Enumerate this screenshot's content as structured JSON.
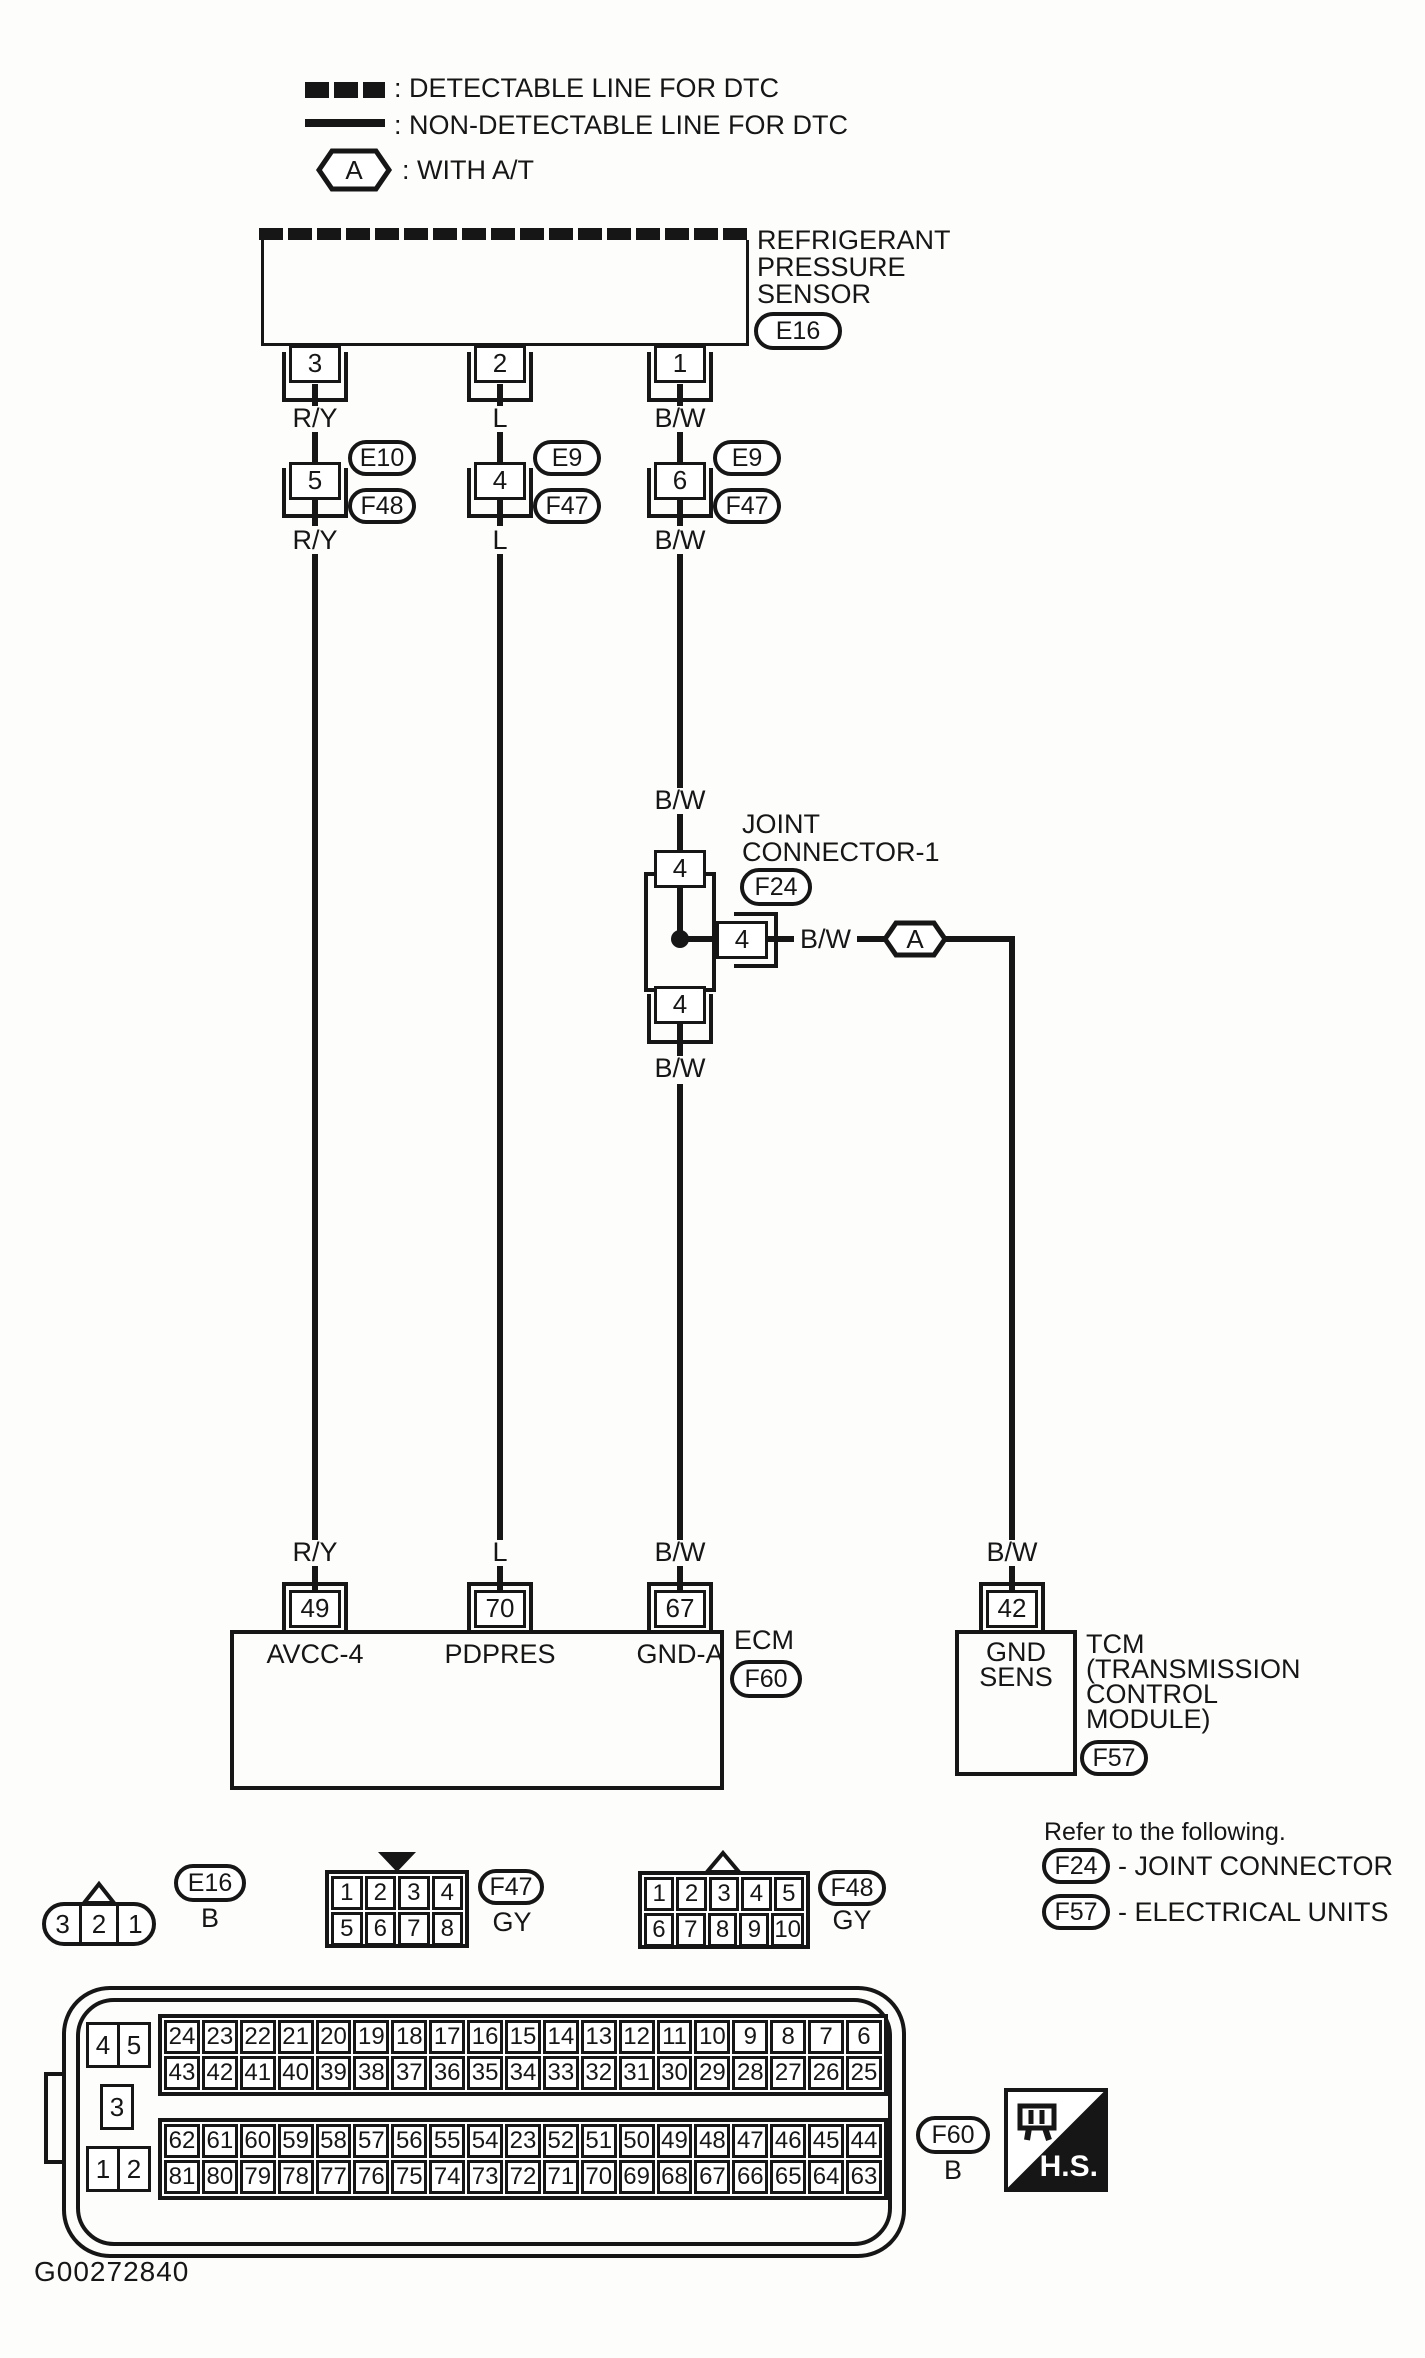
{
  "colors": {
    "ink": "#161616",
    "paper": "#fdfdfc"
  },
  "figure_id": "G00272840",
  "legend": {
    "detectable": ": DETECTABLE LINE FOR DTC",
    "non_detectable": ": NON-DETECTABLE LINE FOR DTC",
    "with_at_symbol": "A",
    "with_at": ": WITH A/T"
  },
  "sensor": {
    "title_lines": [
      "REFRIGERANT",
      "PRESSURE",
      "SENSOR"
    ],
    "connector_id": "E16",
    "pins": [
      "3",
      "2",
      "1"
    ],
    "wires": [
      "R/Y",
      "L",
      "B/W"
    ]
  },
  "harness": {
    "columns": [
      {
        "pin": "5",
        "ids": [
          "E10",
          "F48"
        ],
        "wire": "R/Y"
      },
      {
        "pin": "4",
        "ids": [
          "E9",
          "F47"
        ],
        "wire": "L"
      },
      {
        "pin": "6",
        "ids": [
          "E9",
          "F47"
        ],
        "wire": "B/W"
      }
    ]
  },
  "joint": {
    "wire_above": "B/W",
    "title_lines": [
      "JOINT",
      "CONNECTOR-1"
    ],
    "id": "F24",
    "pin_top": "4",
    "pin_side": "4",
    "pin_bottom": "4",
    "branch_wire": "B/W",
    "branch_marker": "A",
    "wire_below": "B/W"
  },
  "ecm": {
    "wires": [
      "R/Y",
      "L",
      "B/W"
    ],
    "pins": [
      {
        "n": "49",
        "signal": "AVCC-4"
      },
      {
        "n": "70",
        "signal": "PDPRES"
      },
      {
        "n": "67",
        "signal": "GND-A"
      }
    ],
    "name": "ECM",
    "id": "F60"
  },
  "tcm": {
    "wire": "B/W",
    "pin": "42",
    "signal_lines": [
      "GND",
      "SENS"
    ],
    "name_lines": [
      "TCM",
      "(TRANSMISSION",
      "CONTROL",
      "MODULE)"
    ],
    "id": "F57"
  },
  "refer": {
    "title": "Refer to the following.",
    "items": [
      {
        "id": "F24",
        "label": "- JOINT CONNECTOR"
      },
      {
        "id": "F57",
        "label": "- ELECTRICAL UNITS"
      }
    ]
  },
  "views": {
    "e16": {
      "id": "E16",
      "color": "B",
      "pins": [
        "3",
        "2",
        "1"
      ]
    },
    "f47": {
      "id": "F47",
      "color": "GY",
      "rows": [
        [
          "1",
          "2",
          "3",
          "4"
        ],
        [
          "5",
          "6",
          "7",
          "8"
        ]
      ]
    },
    "f48": {
      "id": "F48",
      "color": "GY",
      "rows": [
        [
          "1",
          "2",
          "3",
          "4",
          "5"
        ],
        [
          "6",
          "7",
          "8",
          "9",
          "10"
        ]
      ]
    },
    "f60": {
      "id": "F60",
      "color": "B",
      "hs": "H.S.",
      "side_top": [
        "4",
        "5"
      ],
      "side_mid": [
        "3"
      ],
      "side_bottom": [
        "1",
        "2"
      ],
      "rows": [
        [
          "24",
          "23",
          "22",
          "21",
          "20",
          "19",
          "18",
          "17",
          "16",
          "15",
          "14",
          "13",
          "12",
          "11",
          "10",
          "9",
          "8",
          "7",
          "6"
        ],
        [
          "43",
          "42",
          "41",
          "40",
          "39",
          "38",
          "37",
          "36",
          "35",
          "34",
          "33",
          "32",
          "31",
          "30",
          "29",
          "28",
          "27",
          "26",
          "25"
        ],
        [
          "62",
          "61",
          "60",
          "59",
          "58",
          "57",
          "56",
          "55",
          "54",
          "23",
          "52",
          "51",
          "50",
          "49",
          "48",
          "47",
          "46",
          "45",
          "44"
        ],
        [
          "81",
          "80",
          "79",
          "78",
          "77",
          "76",
          "75",
          "74",
          "73",
          "72",
          "71",
          "70",
          "69",
          "68",
          "67",
          "66",
          "65",
          "64",
          "63"
        ]
      ]
    }
  }
}
